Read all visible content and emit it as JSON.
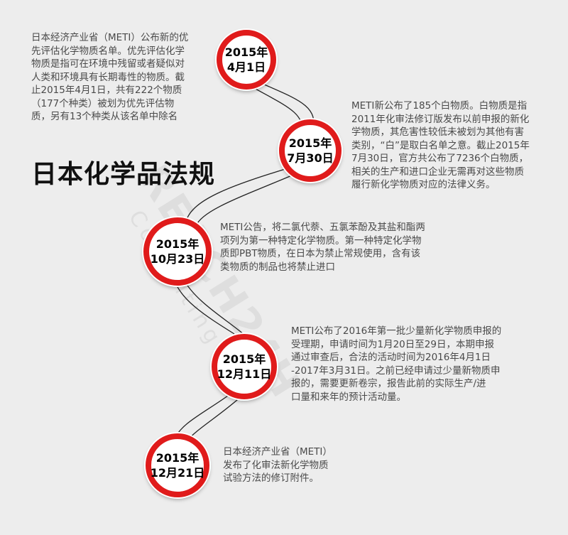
{
  "title": "日本化学品法规",
  "watermark": {
    "main": "REACH24H",
    "sub": "Consulting"
  },
  "events": [
    {
      "date_line1": "2015年",
      "date_line2": "4月1日",
      "description": "日本经济产业省（METI）公布新的优\n先评估化学物质名单。优先评估化学\n物质是指可在环境中残留或者疑似对\n人类和环境具有长期毒性的物质。截\n止2015年4月1日，共有222个物质\n（177个种类）被划为优先评估物\n质，另有13个种类从该名单中除名"
    },
    {
      "date_line1": "2015年",
      "date_line2": "7月30日",
      "description": "METI新公布了185个白物质。白物质是指\n2011年化审法修订版发布以前申报的新化\n学物质，其危害性较低未被划为其他有害\n类别，“白”是取白名单之意。截止2015年\n7月30日，官方共公布了7236个白物质，\n相关的生产和进口企业无需再对这些物质\n履行新化学物质对应的法律义务。"
    },
    {
      "date_line1": "2015年",
      "date_line2": "10月23日",
      "description": "METI公告，将二氯代萘、五氯苯酚及其盐和酯两\n项列为第一种特定化学物质。第一种特定化学物\n质即PBT物质，在日本为禁止常规使用，含有该\n类物质的制品也将禁止进口"
    },
    {
      "date_line1": "2015年",
      "date_line2": "12月11日",
      "description": "METI公布了2016年第一批少量新化学物质申报的\n受理期，申请时间为1月20日至29日，本期申报\n通过审查后，合法的活动时间为2016年4月1日\n-2017年3月31日。之前已经申请过少量新物质申\n报的，需要更新卷宗，报告此前的实际生产/进\n口量和来年的预计活动量。"
    },
    {
      "date_line1": "2015年",
      "date_line2": "12月21日",
      "description": "日本经济产业省（METI）\n发布了化审法新化学物质\n试验方法的修订附件。"
    }
  ]
}
